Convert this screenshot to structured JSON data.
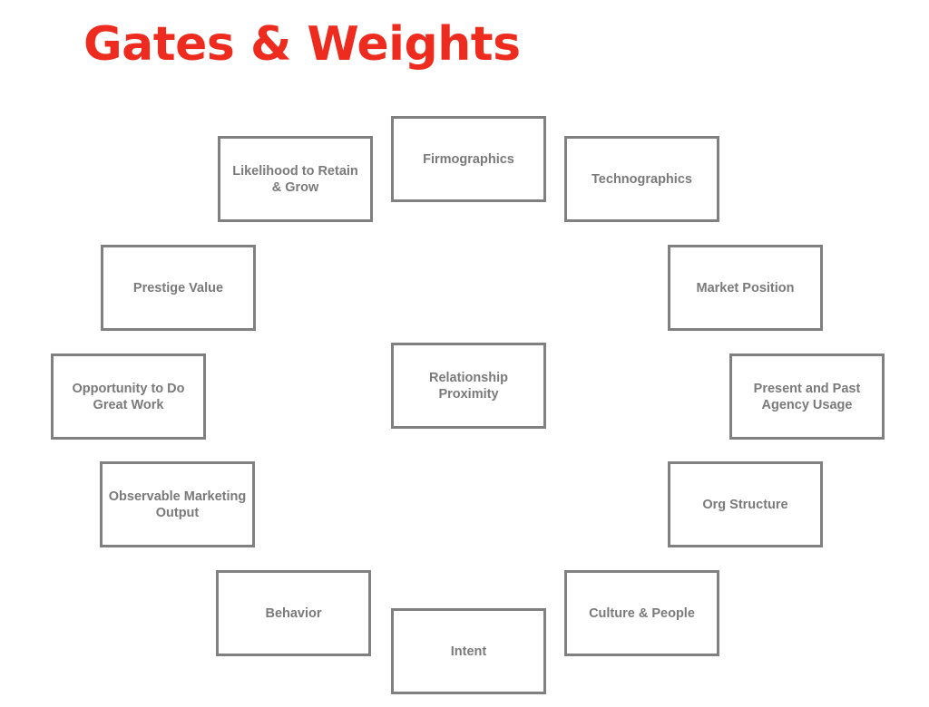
{
  "title": "Gates & Weights",
  "colors": {
    "title": "#ee2b1f",
    "label": "#7a7a7a",
    "border": "#808080",
    "background": "#ffffff"
  },
  "nodes": {
    "firmographics": "Firmographics",
    "technographics": "Technographics",
    "market_position": "Market Position",
    "present_past_agency_usage": "Present and Past\nAgency Usage",
    "org_structure": "Org Structure",
    "culture_people": "Culture & People",
    "intent": "Intent",
    "behavior": "Behavior",
    "observable_marketing_output": "Observable Marketing\nOutput",
    "opportunity_great_work": "Opportunity to Do\nGreat Work",
    "prestige_value": "Prestige Value",
    "likelihood_retain_grow": "Likelihood to Retain\n& Grow",
    "relationship_proximity": "Relationship\nProximity"
  }
}
